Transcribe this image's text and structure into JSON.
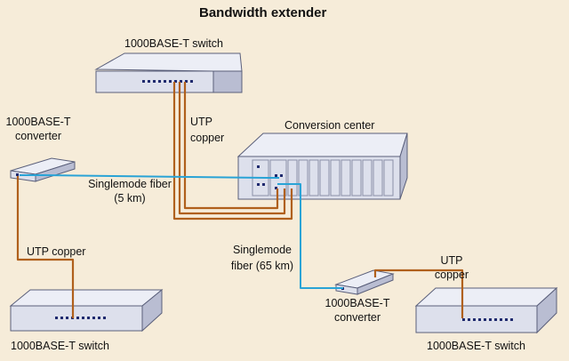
{
  "diagram": {
    "title": "Bandwidth extender",
    "labels": {
      "top_switch": "1000BASE-T switch",
      "utp_top_1": "UTP",
      "utp_top_2": "copper",
      "conversion_center": "Conversion center",
      "left_converter_1": "1000BASE-T",
      "left_converter_2": "converter",
      "fiber_left_1": "Singlemode fiber",
      "fiber_left_2": "(5 km)",
      "utp_left": "UTP copper",
      "fiber_right_1": "Singlemode",
      "fiber_right_2": "fiber (65 km)",
      "utp_right_1": "UTP",
      "utp_right_2": "copper",
      "right_converter_1": "1000BASE-T",
      "right_converter_2": "converter",
      "bottom_left_switch": "1000BASE-T switch",
      "bottom_right_switch": "1000BASE-T switch"
    },
    "colors": {
      "background": "#f6ecd9",
      "device_face": "#dde0ec",
      "device_top": "#eceef6",
      "device_side": "#b9bdd2",
      "outline": "#5a5f7a",
      "port": "#1f2a6e",
      "copper": "#b0601c",
      "fiber": "#29a3d6"
    }
  }
}
